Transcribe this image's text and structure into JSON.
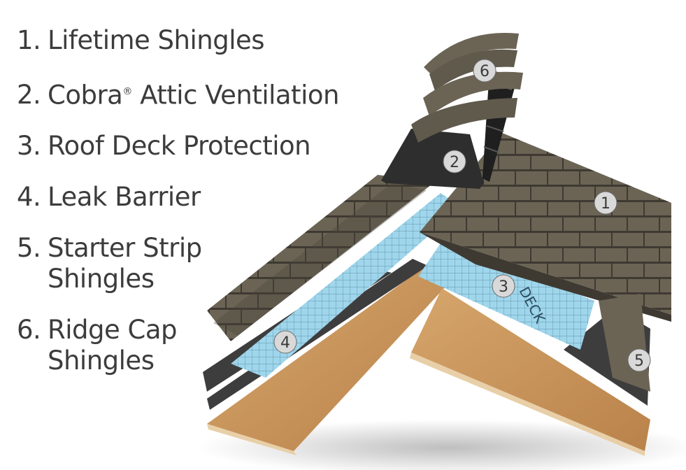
{
  "legend": [
    {
      "number": "1.",
      "label": "Lifetime Shingles"
    },
    {
      "number": "2.",
      "label": "Cobra",
      "registered": "®",
      "label_rest": "Attic Ventilation"
    },
    {
      "number": "3.",
      "label": "Roof Deck Protection"
    },
    {
      "number": "4.",
      "label": "Leak Barrier"
    },
    {
      "number": "5.",
      "label": "Starter Strip",
      "label_line2": "Shingles"
    },
    {
      "number": "6.",
      "label": "Ridge Cap",
      "label_line2": "Shingles"
    }
  ],
  "badges": [
    "1",
    "2",
    "3",
    "4",
    "5",
    "6"
  ],
  "deck_print": "DECK",
  "colors": {
    "text": "#3c3c3c",
    "shingle": "#6b6455",
    "shingle_dark": "#3e3a32",
    "plywood": "#c99760",
    "underlayment": "#9fd6ec",
    "leak_barrier": "#3d3d3d",
    "badge_fill": "#d9d9d9"
  }
}
